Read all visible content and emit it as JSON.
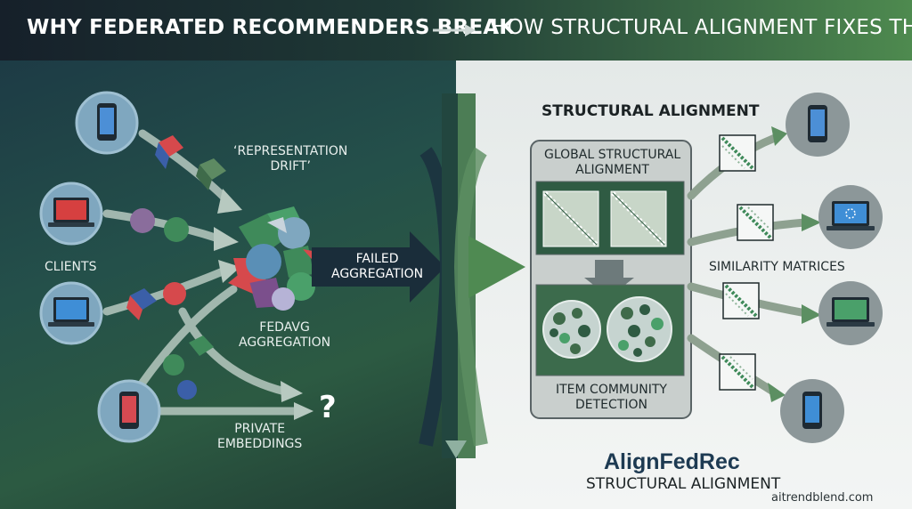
{
  "header": {
    "left_title": "WHY FEDERATED RECOMMENDERS BREAK",
    "right_title": "HOW STRUCTURAL ALIGNMENT FIXES THEM"
  },
  "left": {
    "representation_drift": "‘REPRESENTATION",
    "representation_drift_2": "DRIFT’",
    "clients": "CLIENTS",
    "failed_aggregation_1": "FAILED",
    "failed_aggregation_2": "AGGREGATION",
    "fedavg_1": "FEDAVG",
    "fedavg_2": "AGGREGATION",
    "private_1": "PRIVATE",
    "private_2": "EMBEDDINGS",
    "question": "?"
  },
  "right": {
    "section_title": "STRUCTURAL ALIGNMENT",
    "global_1": "GLOBAL STRUCTURAL",
    "global_2": "ALIGNMENT",
    "community_1": "ITEM COMMUNITY",
    "community_2": "DETECTION",
    "similarity": "SIMILARITY MATRICES",
    "brand": "AlignFedRec",
    "brand_sub": "STRUCTURAL ALIGNMENT",
    "url": "aitrendblend.com"
  },
  "colors": {
    "accent_green": "#4e8a4f",
    "dark_teal": "#1d3b45",
    "client_circle": "#7fa7bf",
    "matrix_green": "#3f8a5a"
  },
  "icons": {
    "client_devices": [
      "phone-icon",
      "laptop-icon",
      "laptop-icon",
      "phone-icon"
    ],
    "right_devices": [
      "phone-icon",
      "laptop-icon",
      "laptop-icon",
      "phone-icon"
    ]
  }
}
